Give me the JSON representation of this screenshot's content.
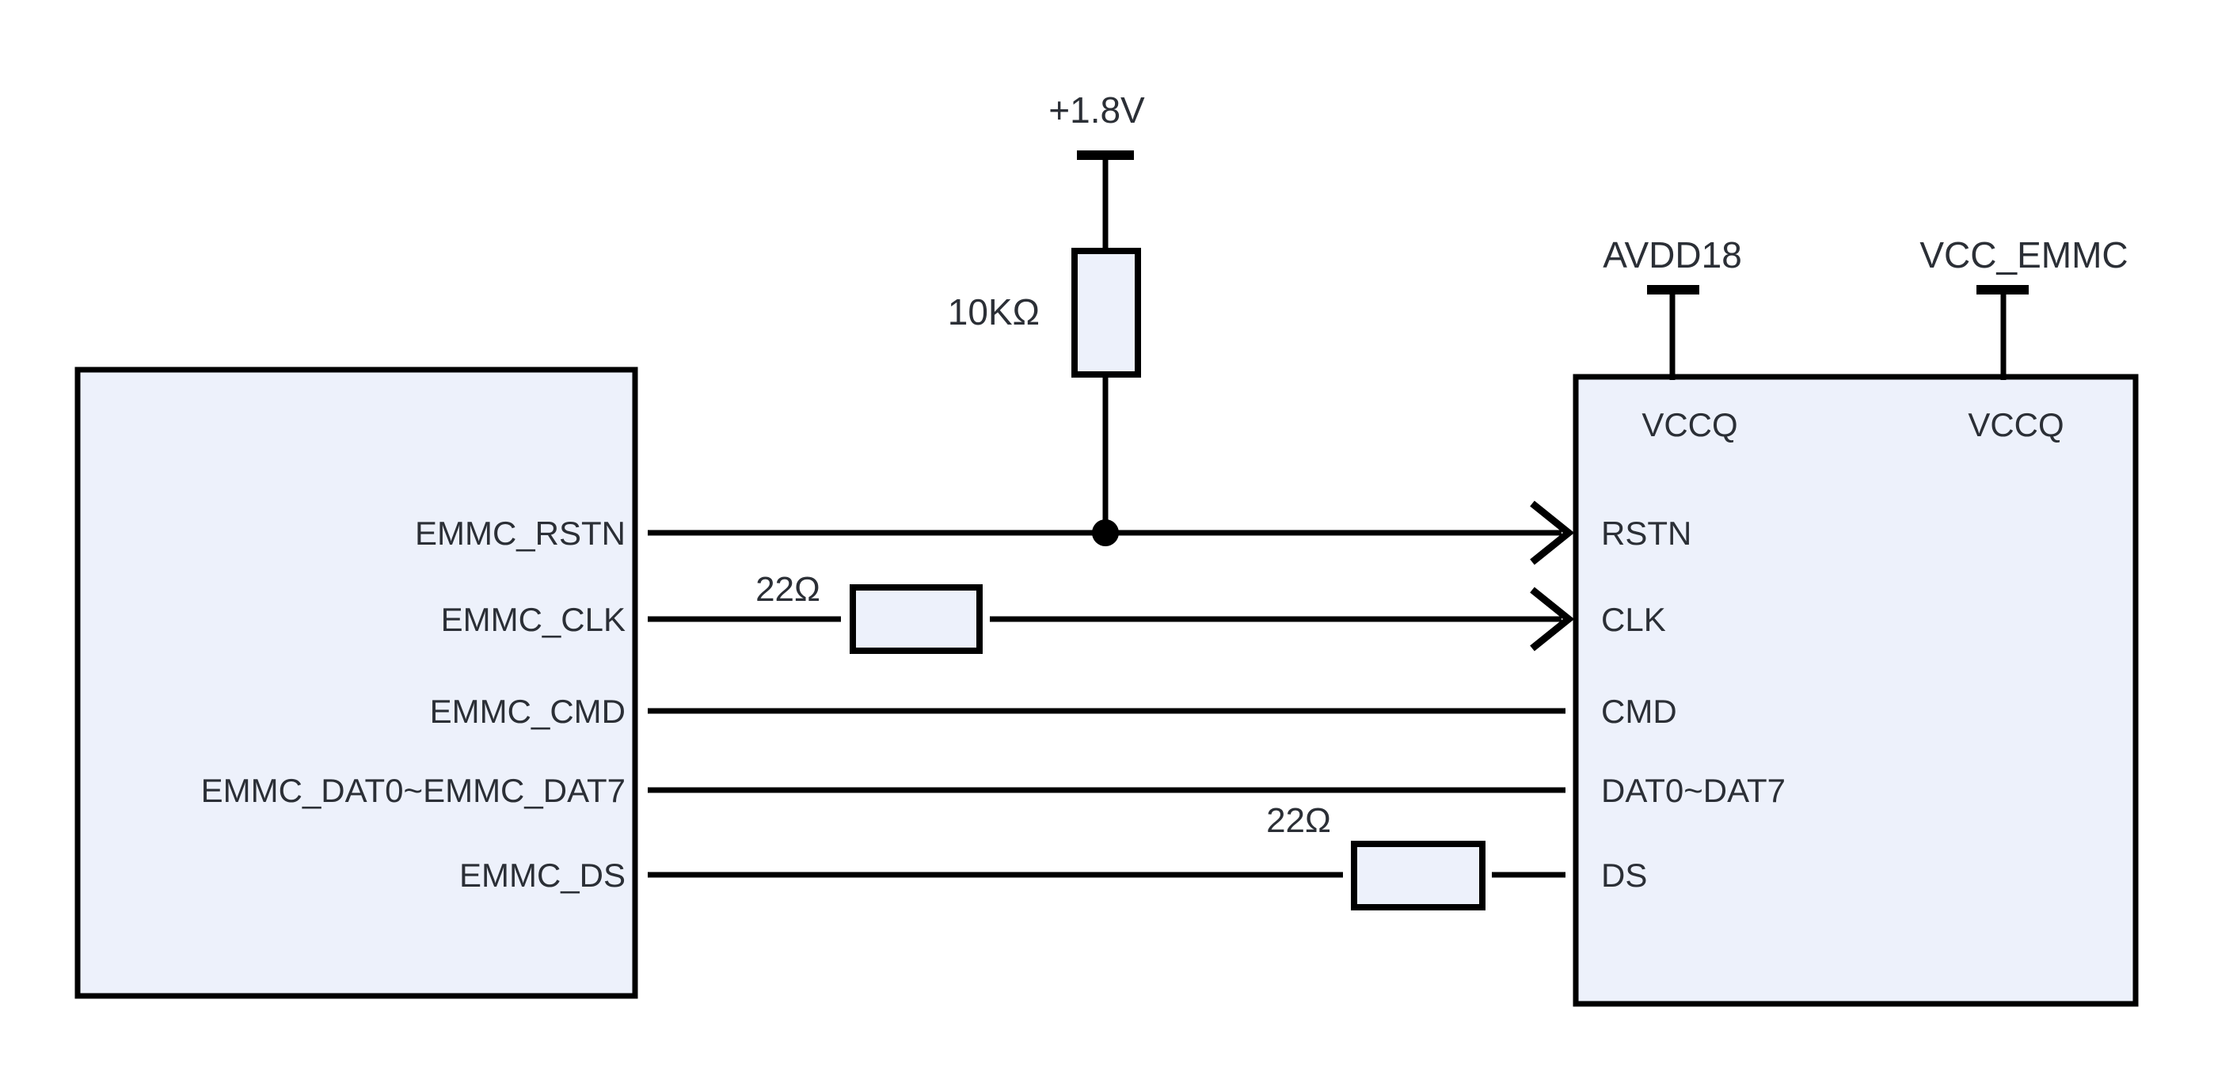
{
  "colors": {
    "background": "#ffffff",
    "block_fill": "#edf1fb",
    "line": "#000000",
    "text": "#2b2f36"
  },
  "power_rails": {
    "v18": {
      "label": "+1.8V",
      "pullup_resistor_value": "10KΩ",
      "connects_to": "RSTN net"
    },
    "avdd18": {
      "label": "AVDD18"
    },
    "vcc_emmc": {
      "label": "VCC_EMMC"
    }
  },
  "host_block": {
    "pins": [
      "EMMC_RSTN",
      "EMMC_CLK",
      "EMMC_CMD",
      "EMMC_DAT0~EMMC_DAT7",
      "EMMC_DS"
    ]
  },
  "device_block": {
    "power_pins": [
      "VCCQ",
      "VCCQ"
    ],
    "pins": [
      "RSTN",
      "CLK",
      "CMD",
      "DAT0~DAT7",
      "DS"
    ]
  },
  "series_resistors": {
    "clk": {
      "value": "22Ω"
    },
    "ds": {
      "value": "22Ω"
    }
  }
}
